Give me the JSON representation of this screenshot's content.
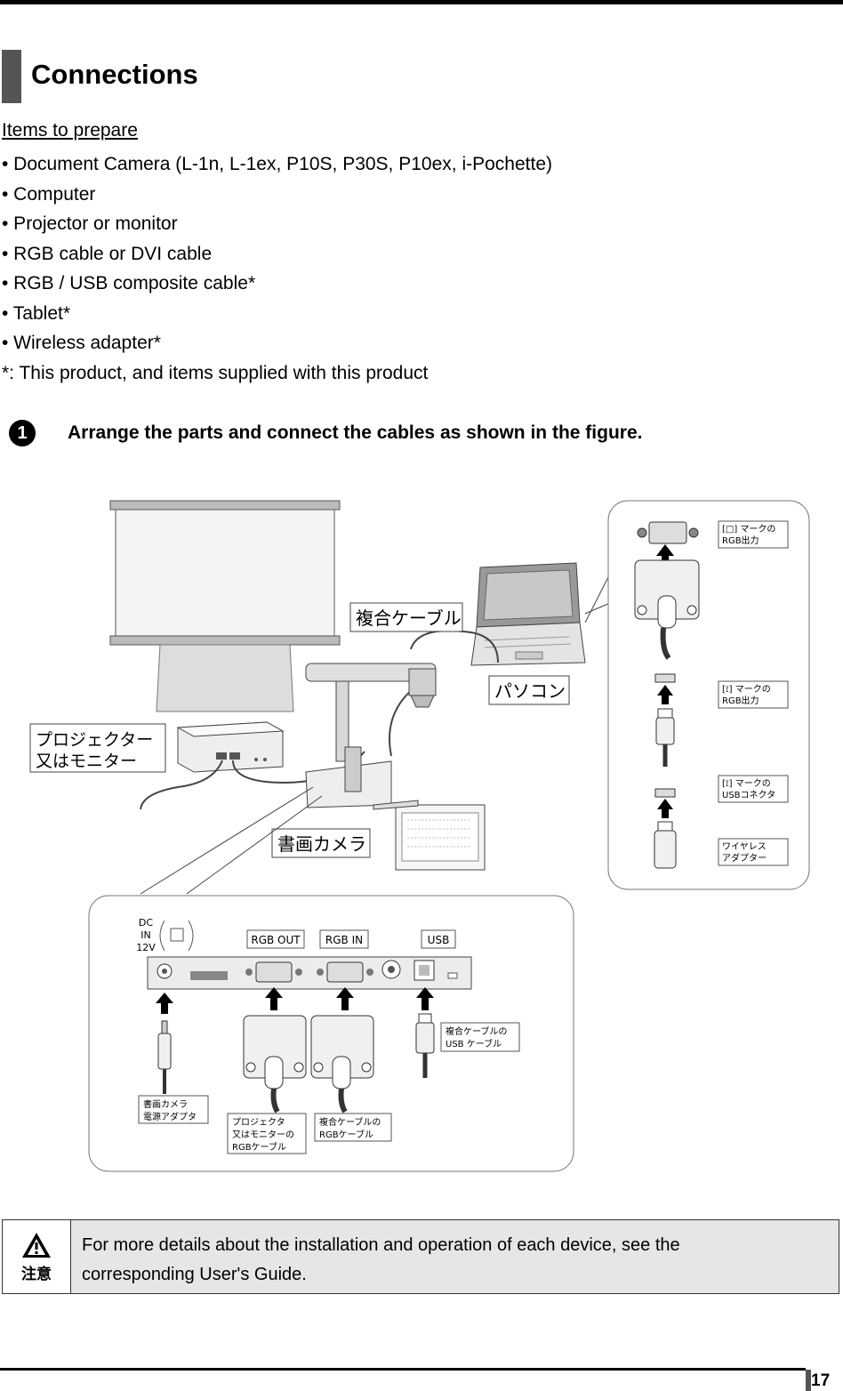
{
  "title": "Connections",
  "subhead": "Items to prepare",
  "items": [
    "• Document Camera (L-1n, L-1ex, P10S, P30S, P10ex, i-Pochette)",
    "• Computer",
    "• Projector or monitor",
    "• RGB cable or DVI cable",
    "• RGB / USB composite cable*",
    "• Tablet*",
    "• Wireless adapter*",
    "*: This product, and items supplied with this product"
  ],
  "step": {
    "number": "1",
    "text": "Arrange the parts and connect the cables as shown in the figure."
  },
  "diagram": {
    "composite_cable": "複合ケーブル",
    "computer": "パソコン",
    "projector_line1": "プロジェクター",
    "projector_line2": "又はモニター",
    "document_camera": "書画カメラ",
    "rgb_out_mark_line1": "[□] マークの",
    "rgb_out_mark_line2": "RGB出力",
    "usb_mark_line1": "[⟟] マークの",
    "usb_mark_line2": "RGB出力",
    "usb_conn_line1": "[⟟] マークの",
    "usb_conn_line2": "USBコネクタ",
    "wireless_line1": "ワイヤレス",
    "wireless_line2": "アダプター",
    "port_dc_1": "DC",
    "port_dc_2": "IN",
    "port_dc_3": "12V",
    "port_rgb_out": "RGB OUT",
    "port_rgb_in": "RGB IN",
    "port_usb": "USB",
    "usb_cable_line1": "複合ケーブルの",
    "usb_cable_line2": "USB ケーブル",
    "power_adapter_line1": "書画カメラ",
    "power_adapter_line2": "電源アダプタ",
    "proj_rgb_line1": "プロジェクタ",
    "proj_rgb_line2": "又はモニターの",
    "proj_rgb_line3": "RGBケーブル",
    "comp_rgb_line1": "複合ケーブルの",
    "comp_rgb_line2": "RGBケーブル"
  },
  "note": {
    "caution_label": "注意",
    "text_line1": "For more details about the installation and operation of each device, see the",
    "text_line2": "corresponding User's Guide."
  },
  "page_number": "17"
}
